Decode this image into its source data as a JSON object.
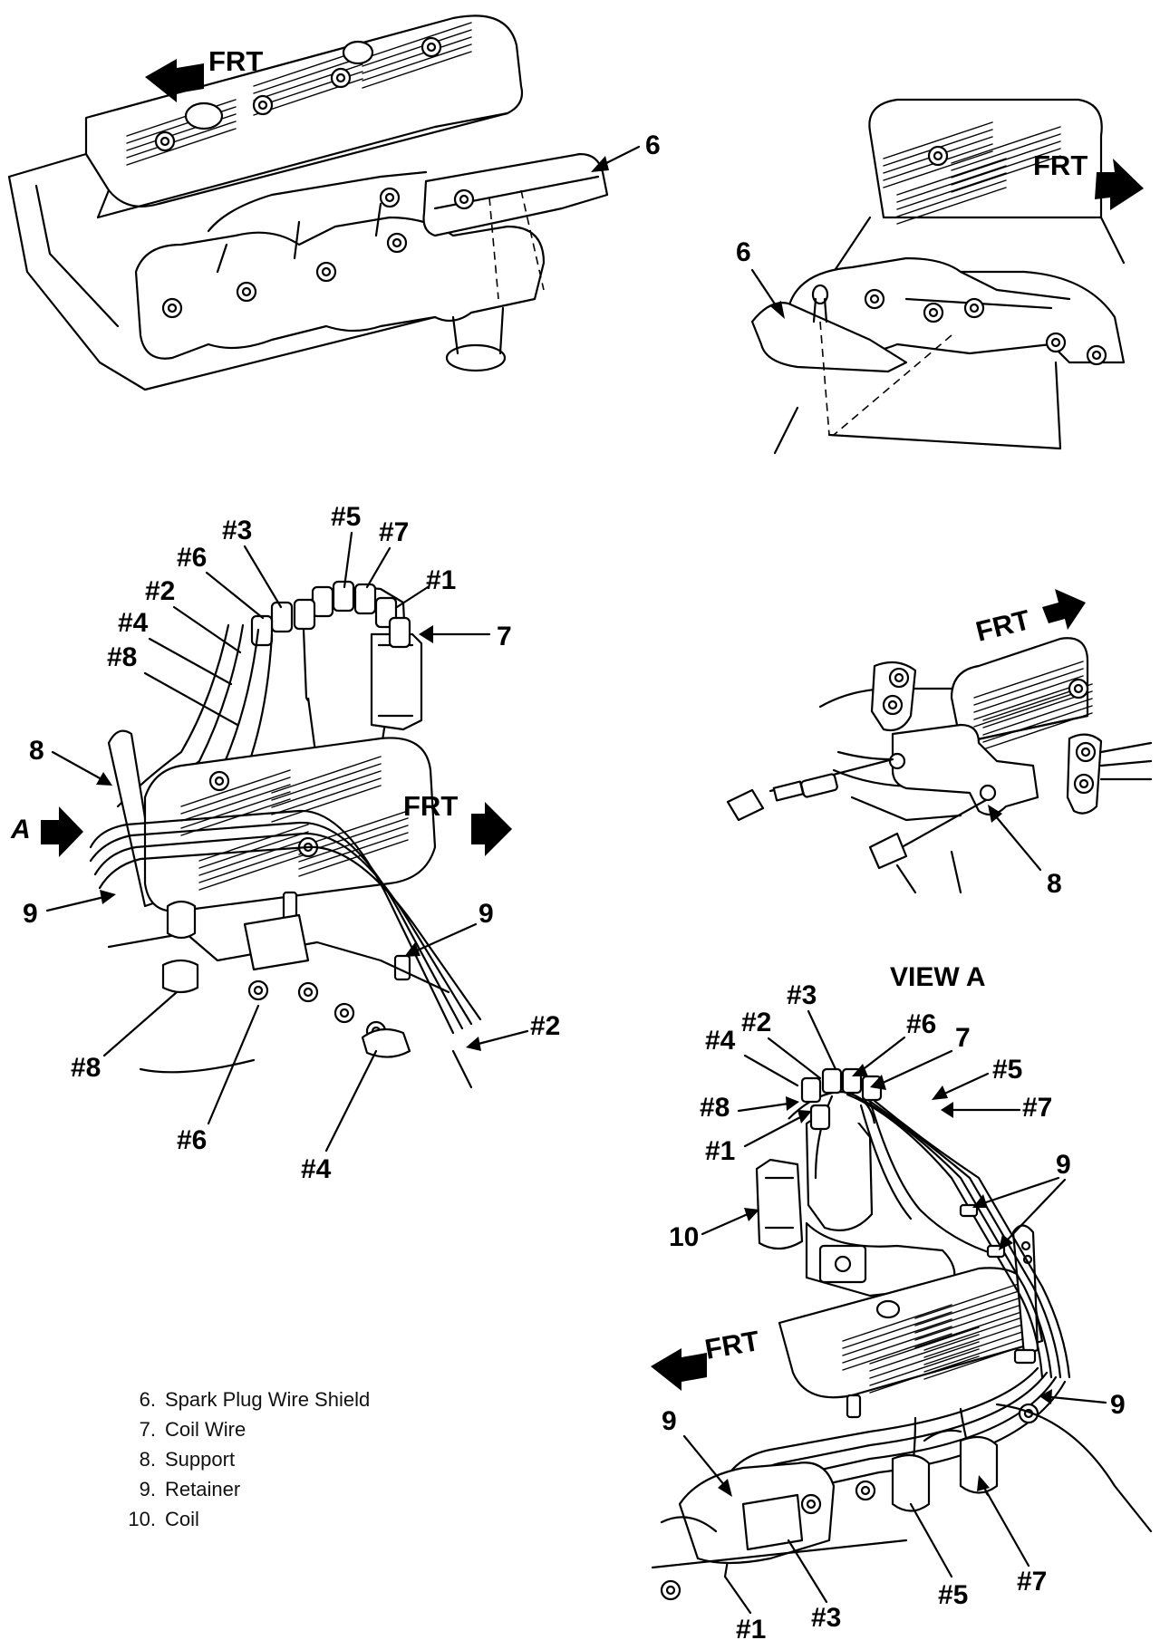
{
  "direction_label": "FRT",
  "view_a_label": "VIEW A",
  "view_a_marker": "A",
  "callouts": {
    "shield": "6",
    "coil_wire": "7",
    "support": "8",
    "retainer": "9",
    "coil": "10",
    "wire_1": "#1",
    "wire_2": "#2",
    "wire_3": "#3",
    "wire_4": "#4",
    "wire_5": "#5",
    "wire_6": "#6",
    "wire_7": "#7",
    "wire_8": "#8"
  },
  "legend": [
    {
      "num": "6.",
      "text": "Spark Plug Wire Shield"
    },
    {
      "num": "7.",
      "text": "Coil Wire"
    },
    {
      "num": "8.",
      "text": "Support"
    },
    {
      "num": "9.",
      "text": "Retainer"
    },
    {
      "num": "10.",
      "text": "Coil"
    }
  ]
}
